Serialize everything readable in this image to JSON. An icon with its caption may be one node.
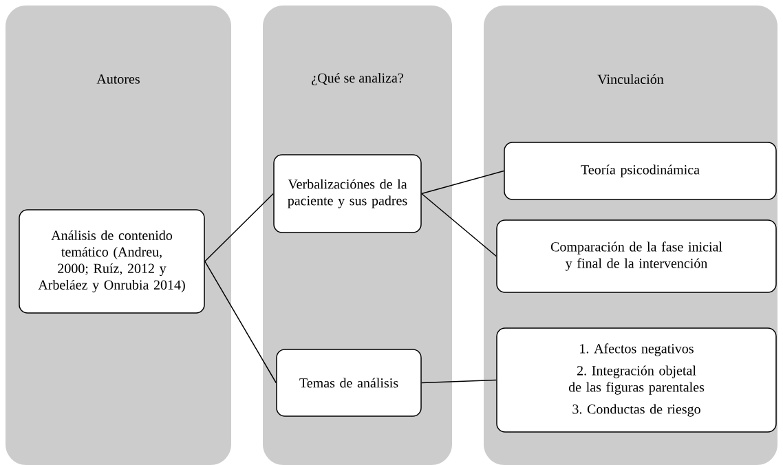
{
  "diagram": {
    "nodes": [
      {
        "text": [
          "Autores"
        ]
      },
      {
        "text": [
          "¿Qué se analiza?"
        ]
      },
      {
        "text": [
          "Vinculación"
        ]
      },
      {
        "text": [
          "Análisis de contenido temático (Andreu, 2000; Ruíz, 2012 y Arbeláez y Onrubia 2014)"
        ],
        "in": 0
      },
      {
        "text": [
          "Verbalizaciónes de la paciente y sus padres"
        ],
        "in": 1
      },
      {
        "text": [
          "Temas de análisis"
        ],
        "in": 1
      },
      {
        "text": [
          "Teoría psicodinámica"
        ],
        "in": 2
      },
      {
        "text": [
          "Comparación de la fase inicial y final de la intervención"
        ],
        "in": 2
      },
      {
        "text": [
          "1. Afectos negativos",
          "2. Integración objetal de las figuras parentales",
          "3. Conductas de riesgo"
        ],
        "in": 2
      }
    ],
    "edges": [
      {
        "from": 3,
        "to": 4,
        "arrow": "none"
      },
      {
        "from": 3,
        "to": 5,
        "arrow": "none"
      },
      {
        "from": 4,
        "to": 6,
        "arrow": "none"
      },
      {
        "from": 4,
        "to": 7,
        "arrow": "none"
      },
      {
        "from": 5,
        "to": 8,
        "arrow": "none"
      }
    ]
  }
}
